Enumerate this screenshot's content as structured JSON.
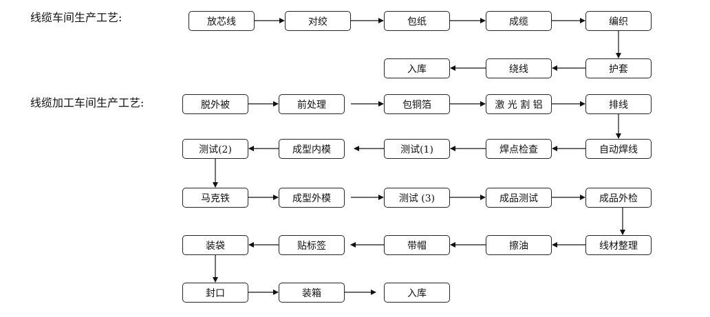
{
  "titles": {
    "section1": "线缆车间生产工艺:",
    "section2": "线缆加工车间生产工艺:"
  },
  "process1": {
    "row1": [
      "放芯线",
      "对绞",
      "包纸",
      "成缆",
      "编织"
    ],
    "row2": [
      "入库",
      "绕线",
      "护套"
    ]
  },
  "process2": {
    "row1": [
      "脱外被",
      "前处理",
      "包铜箔",
      "激 光 割 铝",
      "排线"
    ],
    "row2": [
      "测试(2)",
      "成型内模",
      "测试(1)",
      "焊点检查",
      "自动焊线"
    ],
    "row3": [
      "马克铁",
      "成型外模",
      "测试 (3)",
      "成品测试",
      "成品外检"
    ],
    "row4": [
      "装袋",
      "贴标签",
      "带帽",
      "擦油",
      "线材整理"
    ],
    "row5": [
      "封口",
      "装箱",
      "入库"
    ]
  }
}
